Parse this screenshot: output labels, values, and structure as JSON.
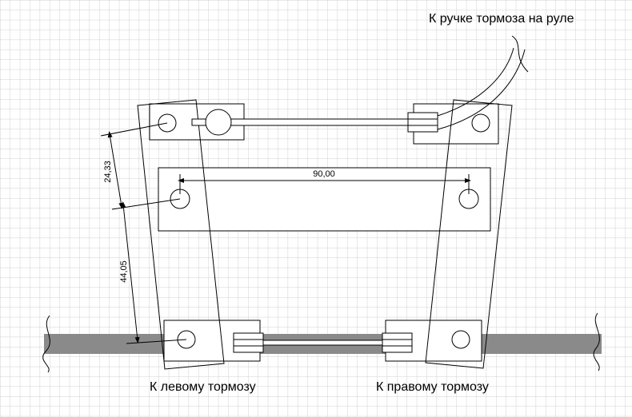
{
  "labels": {
    "top_cable": "К ручке тормоза на руле",
    "left_brake": "К левому тормозу",
    "right_brake": "К правому тормозу"
  },
  "dimensions": {
    "horizontal": "90,00",
    "vertical_upper": "24,33",
    "vertical_lower": "44,05"
  },
  "colors": {
    "grid": "#d0d0d0",
    "bar": "#8a8a8a",
    "line": "#000000"
  }
}
